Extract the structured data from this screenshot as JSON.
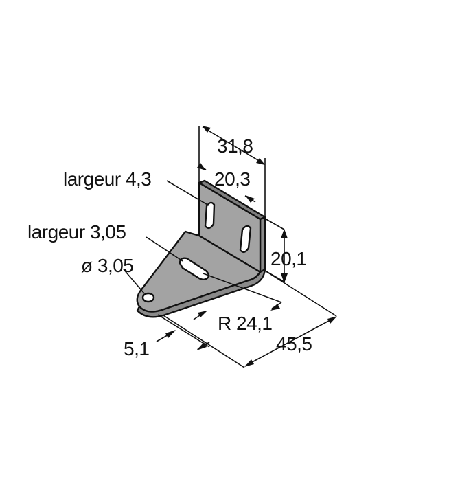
{
  "colors": {
    "background": "#ffffff",
    "ink": "#111111",
    "bracket_face": "#a3a3a3",
    "bracket_light": "#c2c2c2",
    "bracket_edge": "#7d7d7d"
  },
  "labels": {
    "dim_31_8": "31,8",
    "dim_20_3": "20,3",
    "slot_width_upper": "largeur 4,3",
    "slot_width_lower": "largeur 3,05",
    "hole_diameter": "ø 3,05",
    "dim_20_1": "20,1",
    "radius": "R 24,1",
    "dim_5_1": "5,1",
    "dim_45_5": "45,5"
  }
}
